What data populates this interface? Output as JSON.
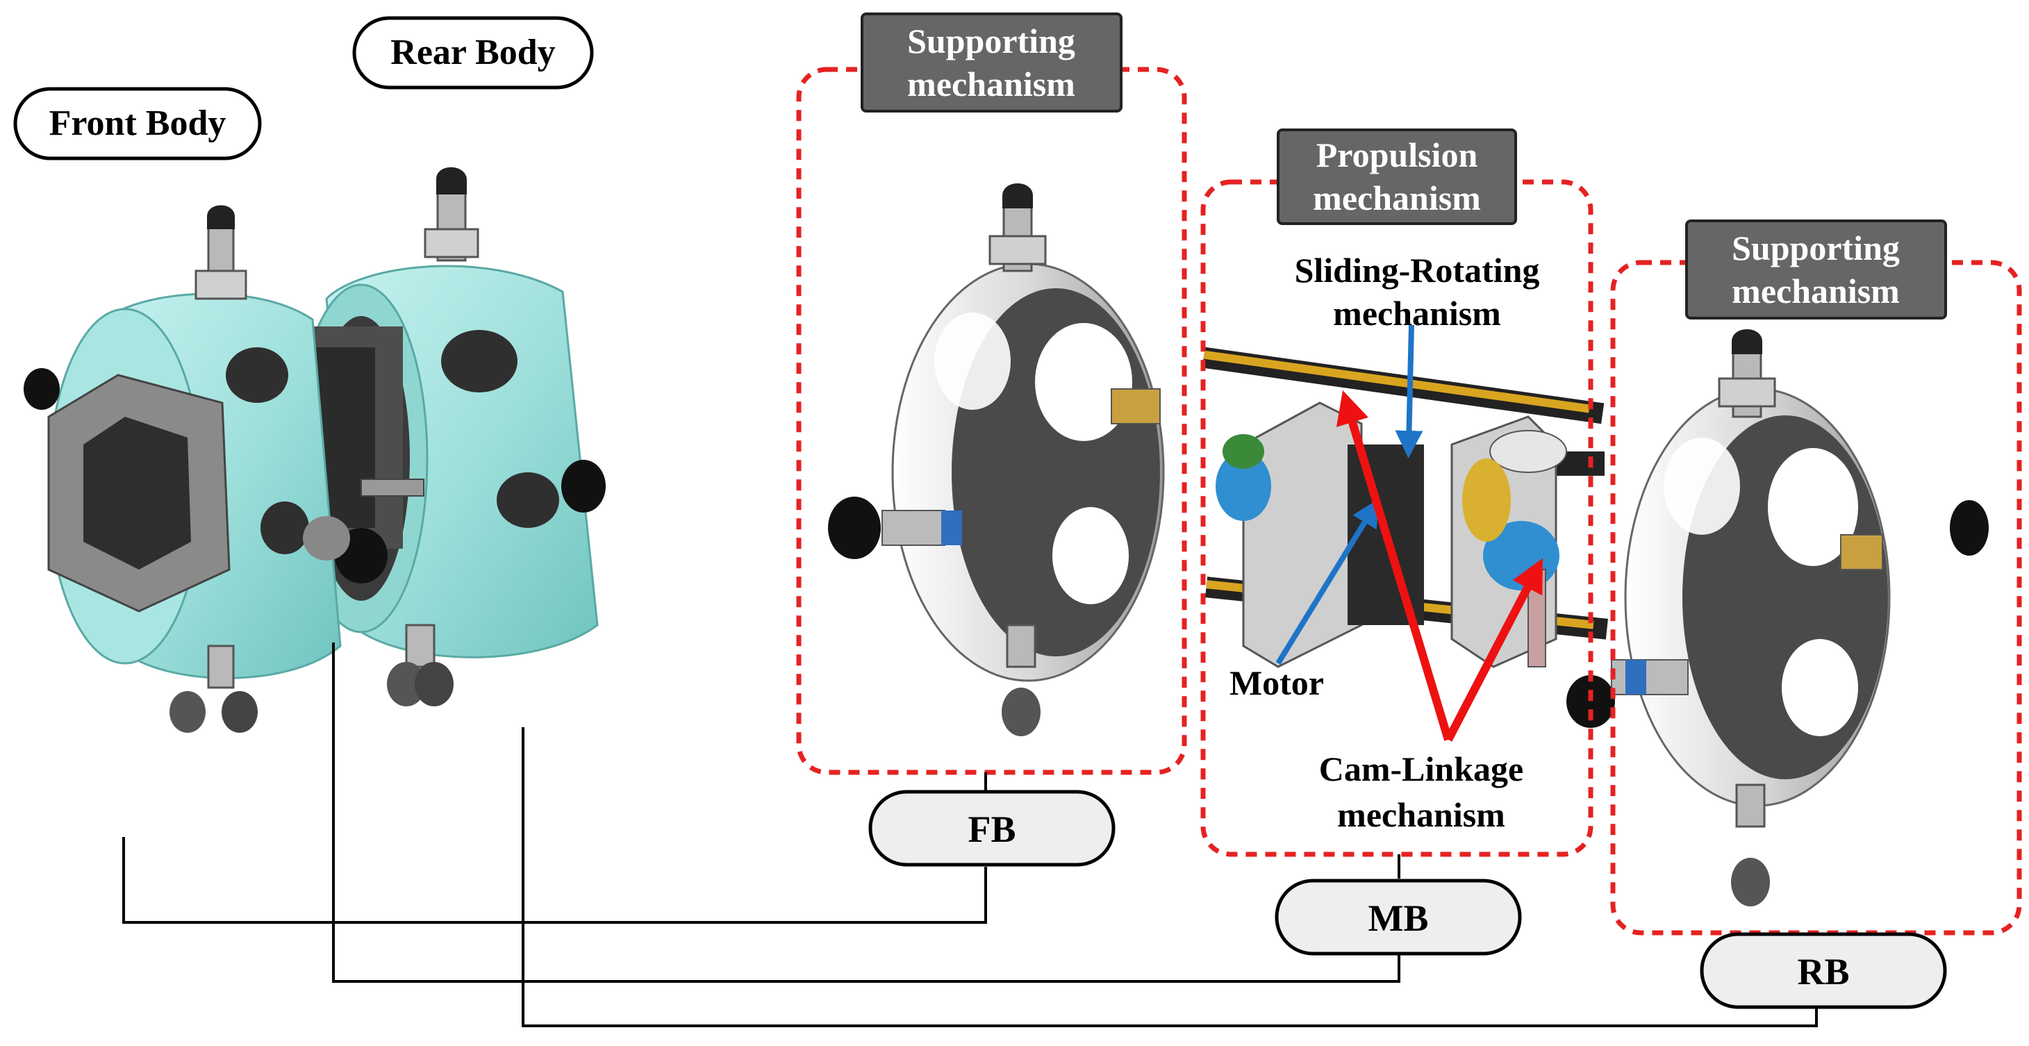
{
  "labels": {
    "front_body": "Front Body",
    "rear_body": "Rear Body",
    "supporting_1": [
      "Supporting",
      "mechanism"
    ],
    "propulsion": [
      "Propulsion",
      "mechanism"
    ],
    "supporting_2": [
      "Supporting",
      "mechanism"
    ],
    "sliding_rotating": [
      "Sliding-Rotating",
      "mechanism"
    ],
    "motor": "Motor",
    "cam_linkage": [
      "Cam-Linkage",
      "mechanism"
    ],
    "fb": "FB",
    "mb": "MB",
    "rb": "RB"
  },
  "colors": {
    "dashed_box": "#e52222",
    "header_box": "#666666",
    "header_text": "#ffffff",
    "pill_fill": "#eeeeee",
    "pill_text": "#000000",
    "blue_arrow": "#1f74c8",
    "red_arrow": "#ee1111",
    "leader_line": "#000000",
    "body_cyan": "#9fe0dc",
    "frame_gray": "#4a4a4a",
    "frame_white": "#e8e8e8"
  }
}
